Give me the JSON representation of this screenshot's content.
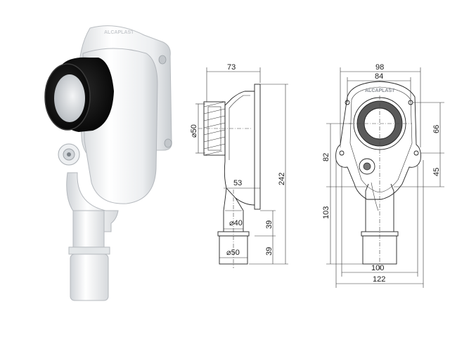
{
  "product": {
    "brand_logo_photo": "ALCAPLAST",
    "brand_logo_drawing": "ALCAPLAST"
  },
  "side_view": {
    "width_top": "73",
    "inlet_diameter": "⌀50",
    "width_mid": "53",
    "outlet_inner": "⌀40",
    "outlet_outer": "⌀50",
    "segment_upper": "39",
    "segment_lower": "39",
    "total_height": "242"
  },
  "front_view": {
    "width_outer": "98",
    "width_inner": "84",
    "height_right_top": "66",
    "height_right_bottom": "45",
    "height_left_top": "82",
    "height_left_bottom": "103",
    "width_base_inner": "100",
    "width_base_outer": "122"
  },
  "colors": {
    "body_white": "#f2f3f4",
    "seal_black": "#151515",
    "drawing_line": "#222222"
  }
}
